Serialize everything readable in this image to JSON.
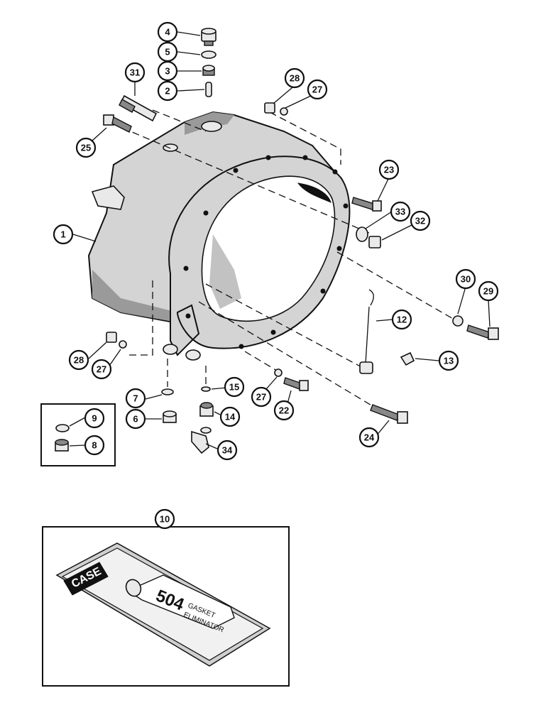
{
  "callouts": {
    "c1": "1",
    "c2": "2",
    "c3": "3",
    "c4": "4",
    "c5": "5",
    "c6": "6",
    "c7": "7",
    "c8": "8",
    "c9": "9",
    "c10": "10",
    "c12": "12",
    "c13": "13",
    "c14": "14",
    "c15": "15",
    "c22": "22",
    "c23": "23",
    "c24": "24",
    "c25": "25",
    "c27a": "27",
    "c27b": "27",
    "c27c": "27",
    "c28a": "28",
    "c28b": "28",
    "c29": "29",
    "c30": "30",
    "c31": "31",
    "c32": "32",
    "c33": "33",
    "c34": "34"
  },
  "package": {
    "brand": "CASE",
    "tube_number": "504",
    "tube_line1": "GASKET",
    "tube_line2": "ELIMINATOR"
  },
  "colors": {
    "ink": "#111111",
    "paper": "#ffffff",
    "metal": "#d4d4d4",
    "shade": "#9a9a9a"
  }
}
